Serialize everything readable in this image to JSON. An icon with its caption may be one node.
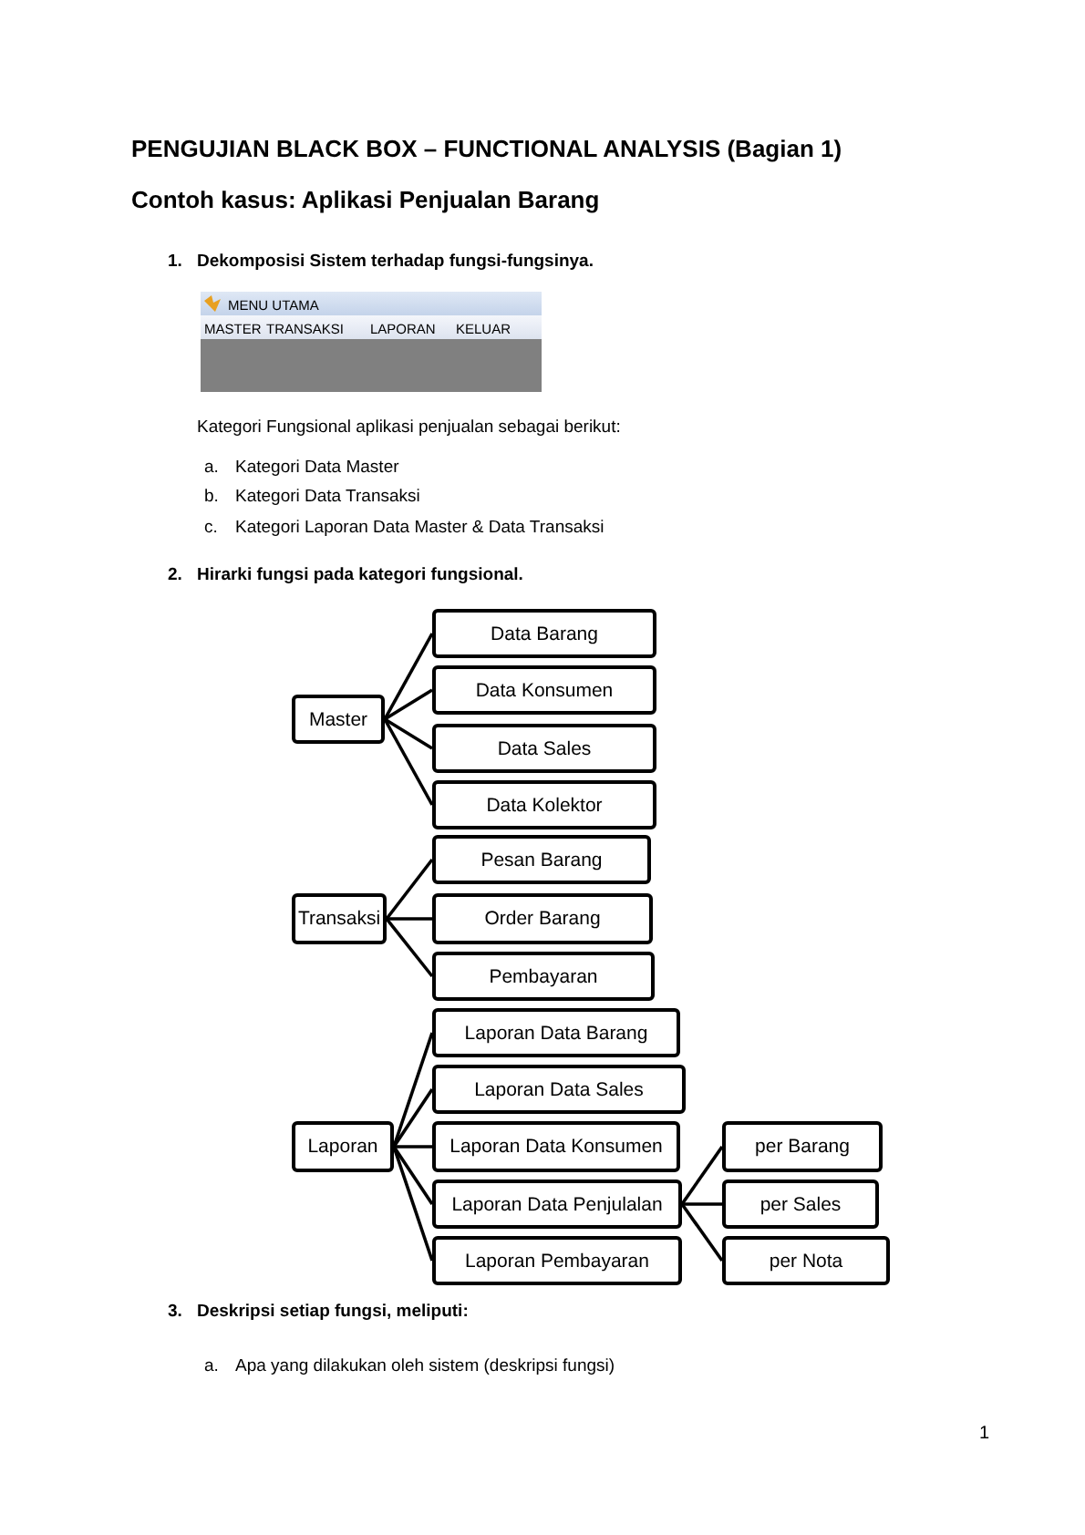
{
  "diagram": {
    "title": "PENGUJIAN BLACK BOX – FUNCTIONAL ANALYSIS (Bagian 1)",
    "nodes": [
      {
        "text": [
          "Master"
        ]
      },
      {
        "text": [
          "Data Barang"
        ]
      },
      {
        "text": [
          "Data Konsumen"
        ]
      },
      {
        "text": [
          "Data Sales"
        ]
      },
      {
        "text": [
          "Data Kolektor"
        ]
      },
      {
        "text": [
          "Transaksi"
        ]
      },
      {
        "text": [
          "Pesan Barang"
        ]
      },
      {
        "text": [
          "Order Barang"
        ]
      },
      {
        "text": [
          "Pembayaran"
        ]
      },
      {
        "text": [
          "Laporan"
        ]
      },
      {
        "text": [
          "Laporan Data Barang"
        ]
      },
      {
        "text": [
          "Laporan Data Sales"
        ]
      },
      {
        "text": [
          "Laporan Data Konsumen"
        ]
      },
      {
        "text": [
          "Laporan Data Penjulalan"
        ]
      },
      {
        "text": [
          "Laporan Pembayaran"
        ]
      },
      {
        "text": [
          "per Barang"
        ]
      },
      {
        "text": [
          "per Sales"
        ]
      },
      {
        "text": [
          "per Nota"
        ]
      }
    ],
    "edges": [
      {
        "from": 0,
        "to": 1,
        "arrow": "none"
      },
      {
        "from": 0,
        "to": 2,
        "arrow": "none"
      },
      {
        "from": 0,
        "to": 3,
        "arrow": "none"
      },
      {
        "from": 0,
        "to": 4,
        "arrow": "none"
      },
      {
        "from": 5,
        "to": 6,
        "arrow": "none"
      },
      {
        "from": 5,
        "to": 7,
        "arrow": "none"
      },
      {
        "from": 5,
        "to": 8,
        "arrow": "none"
      },
      {
        "from": 9,
        "to": 10,
        "arrow": "none"
      },
      {
        "from": 9,
        "to": 11,
        "arrow": "none"
      },
      {
        "from": 9,
        "to": 12,
        "arrow": "none"
      },
      {
        "from": 9,
        "to": 13,
        "arrow": "none"
      },
      {
        "from": 9,
        "to": 14,
        "arrow": "none"
      },
      {
        "from": 13,
        "to": 15,
        "arrow": "none"
      },
      {
        "from": 13,
        "to": 16,
        "arrow": "none"
      },
      {
        "from": 13,
        "to": 17,
        "arrow": "none"
      }
    ],
    "labels": [
      "Contoh kasus: Aplikasi Penjualan Barang",
      "1.",
      "Dekomposisi Sistem terhadap fungsi-fungsinya.",
      "MENU UTAMA",
      "MASTER",
      "TRANSAKSI",
      "LAPORAN",
      "KELUAR",
      "Kategori Fungsional aplikasi penjualan sebagai berikut:",
      "a.",
      "Kategori Data Master",
      "b.",
      "Kategori Data Transaksi",
      "c.",
      "Kategori Laporan Data Master & Data Transaksi",
      "2.",
      "Hirarki fungsi pada kategori fungsional.",
      "3.",
      "Deskripsi setiap fungsi, meliputi:",
      "a.",
      "Apa yang dilakukan oleh sistem (deskripsi fungsi)",
      "1"
    ]
  }
}
